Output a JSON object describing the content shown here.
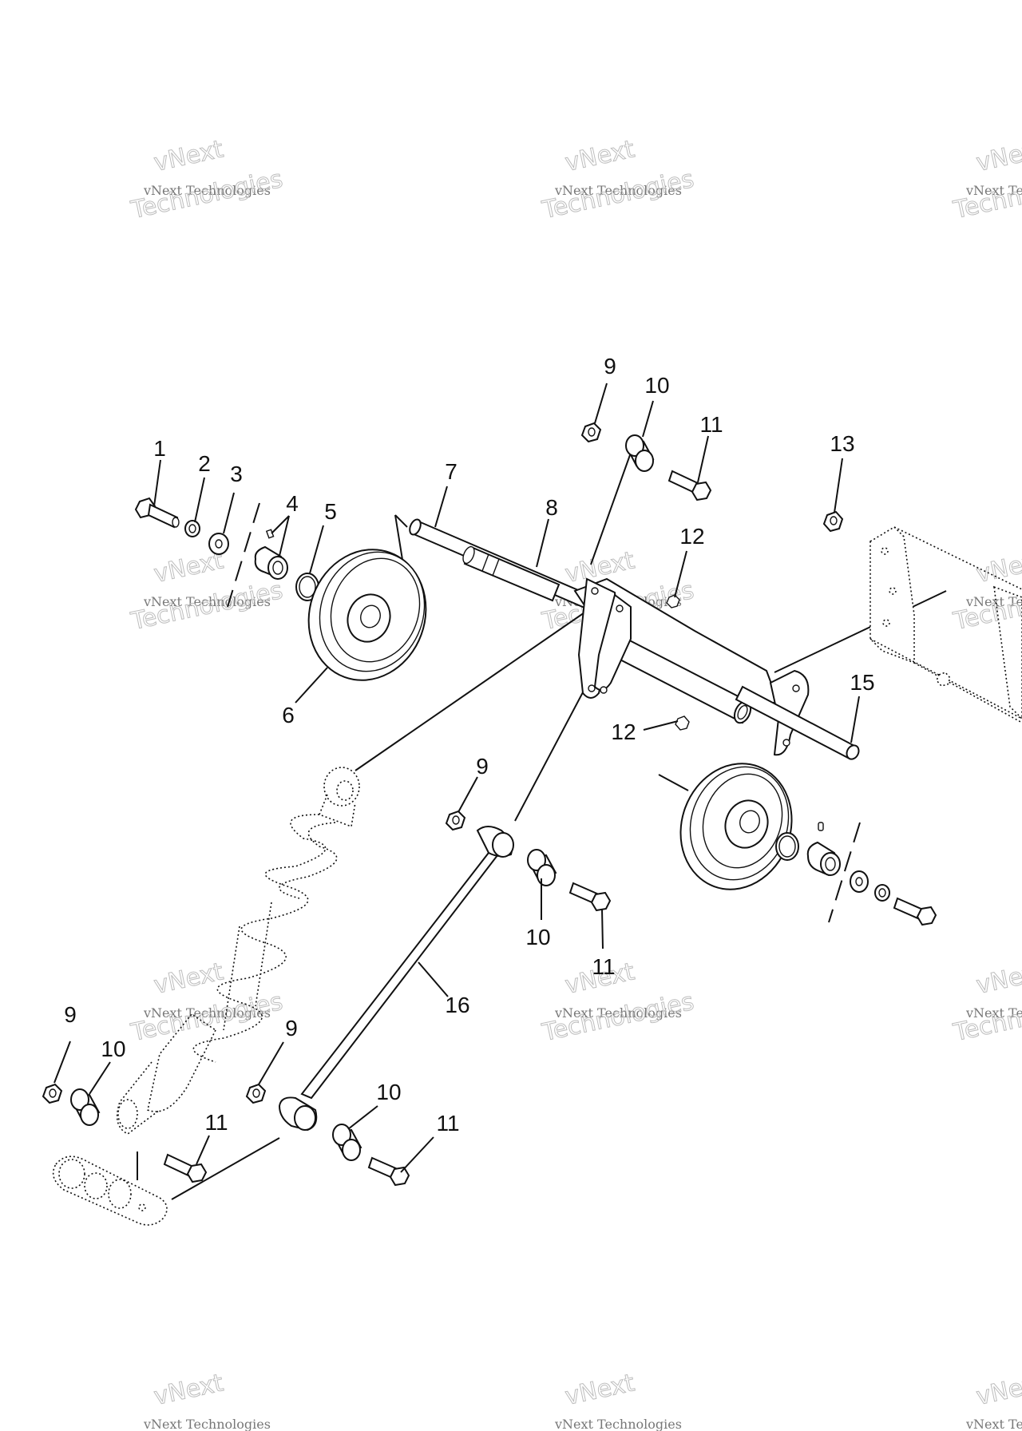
{
  "watermark": {
    "brand": "vNext",
    "line": "vNext Technologies",
    "big": "Technologies"
  },
  "callouts": {
    "c1": "1",
    "c2": "2",
    "c3": "3",
    "c4": "4",
    "c5": "5",
    "c6": "6",
    "c7": "7",
    "c8": "8",
    "c9a": "9",
    "c9b": "9",
    "c9c": "9",
    "c9d": "9",
    "c10a": "10",
    "c10b": "10",
    "c10c": "10",
    "c10d": "10",
    "c11a": "11",
    "c11b": "11",
    "c11c": "11",
    "c11d": "11",
    "c12a": "12",
    "c12b": "12",
    "c13": "13",
    "c15": "15",
    "c16": "16"
  }
}
